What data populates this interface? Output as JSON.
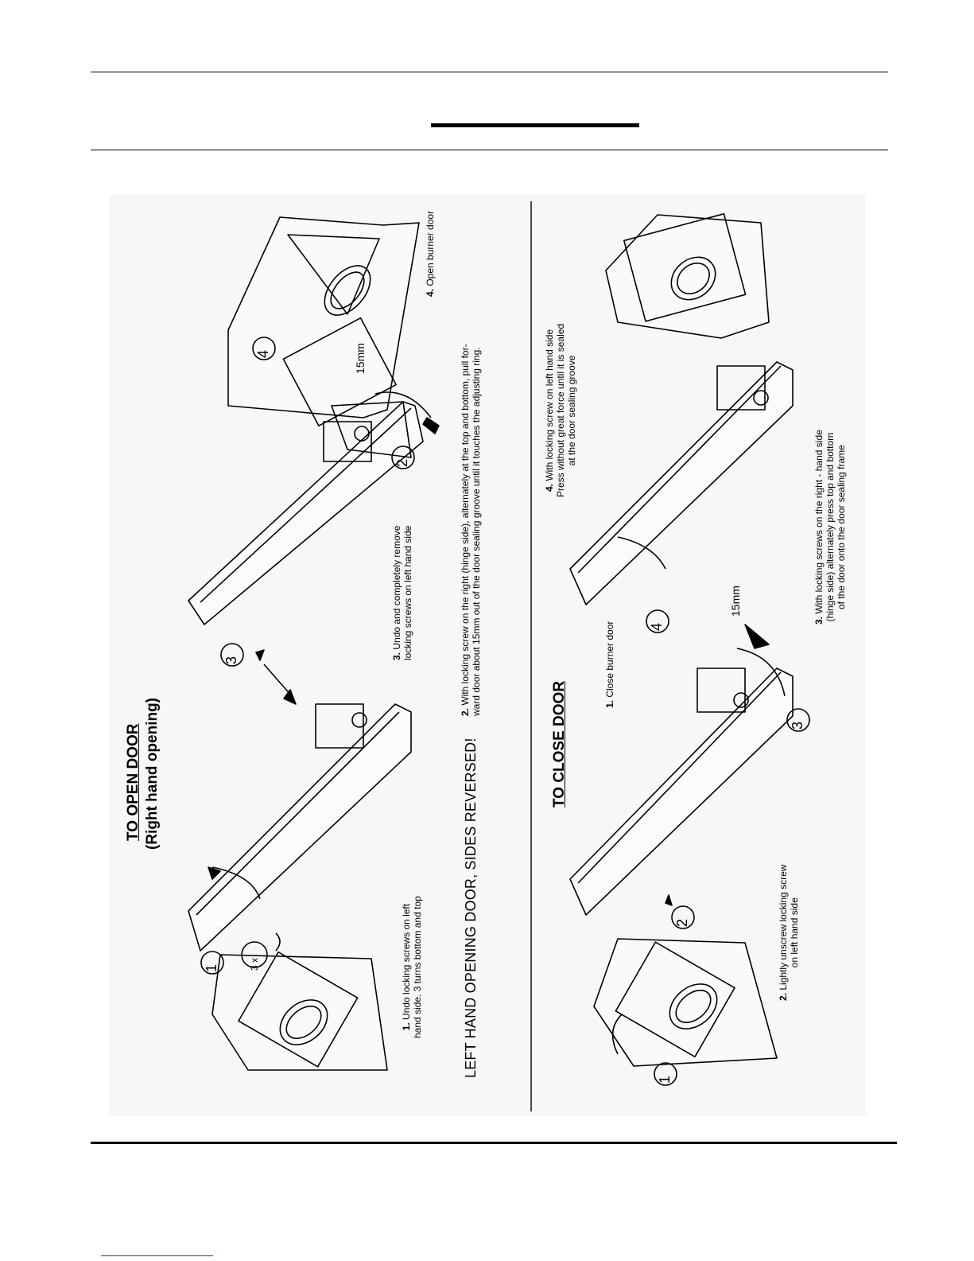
{
  "open_section": {
    "heading": "TO OPEN DOOR",
    "subheading": "(Right hand opening)",
    "steps": [
      {
        "num": "1.",
        "line1": " Undo locking screws on left",
        "line2": "hand side. 3 turns bottom and top"
      },
      {
        "num": "2.",
        "line1": " With locking screw on the right (hinge side), alternately at the top and bottom, pull for-",
        "line2": "ward door about 15mm out of the door sealing groove until it touches the adjusting ring."
      },
      {
        "num": "3.",
        "line1": " Undo and completely remove",
        "line2": "locking screws on left hand side"
      },
      {
        "num": "4.",
        "line1": " Open burner door"
      }
    ],
    "turns_label": "3 x",
    "gap_label": "15mm"
  },
  "warning": "LEFT HAND OPENING DOOR, SIDES REVERSED!",
  "close_section": {
    "heading": "TO CLOSE DOOR",
    "steps": [
      {
        "num": "1.",
        "line1": " Close burner door"
      },
      {
        "num": "2.",
        "line1": " Lightly unscrew locking screw",
        "line2": "on left hand side"
      },
      {
        "num": "3.",
        "line1": " With locking screws on the right - hand side",
        "line2": "(hinge side) alternately press top and bottom",
        "line3": "of the door onto the door sealing frame"
      },
      {
        "num": "4.",
        "line1": " With locking screw on left hand side",
        "line2": "Press without great force until it is sealed",
        "line3": "at the door sealing groove"
      }
    ],
    "gap_label": "15mm"
  },
  "markers": [
    "1",
    "2",
    "3",
    "4"
  ]
}
